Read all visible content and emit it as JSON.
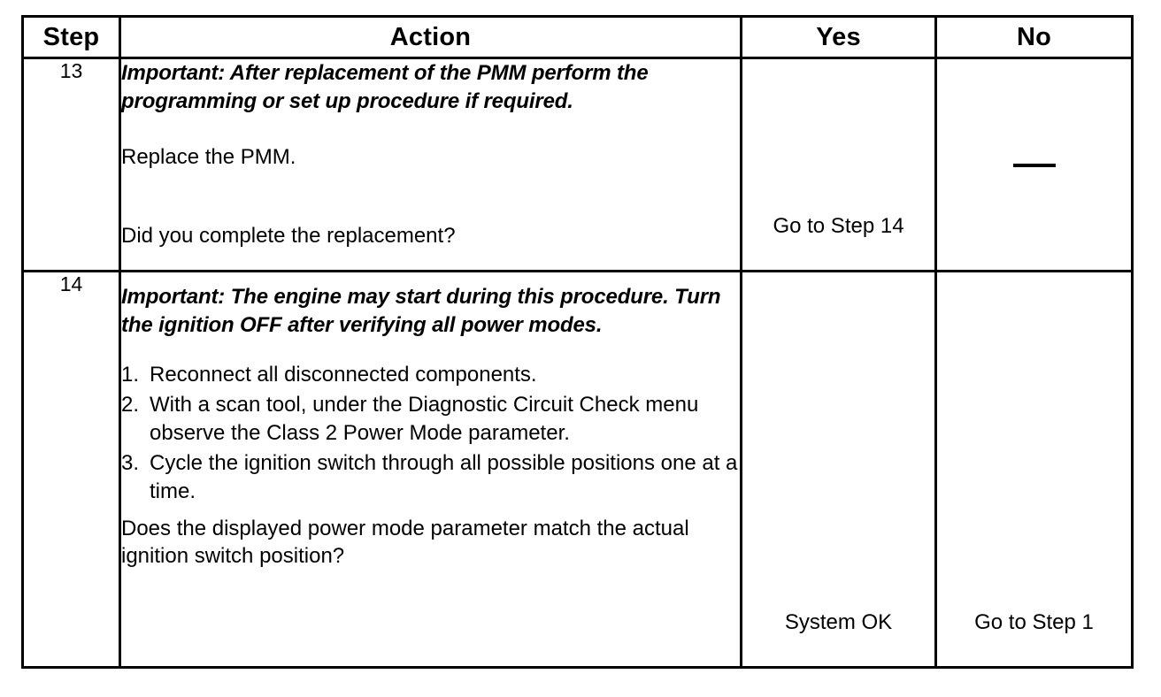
{
  "document": {
    "type": "diagnostic-procedure-table"
  },
  "table": {
    "headers": {
      "step": "Step",
      "action": "Action",
      "yes": "Yes",
      "no": "No"
    },
    "rows": [
      {
        "step": "13",
        "action": {
          "note": "Important: After replacement of the PMM perform the programming or set up procedure if required.",
          "instruction": "Replace the PMM.",
          "question": "Did you complete the replacement?"
        },
        "yes": "Go to Step 14",
        "no": "—",
        "no_is_dash": true
      },
      {
        "step": "14",
        "action": {
          "note": "Important: The engine may start during this procedure. Turn the ignition OFF after verifying all power modes.",
          "list": [
            {
              "num": "1.",
              "text": "Reconnect all disconnected components."
            },
            {
              "num": "2.",
              "text": "With a scan tool, under the Diagnostic Circuit Check menu observe the Class 2 Power Mode parameter."
            },
            {
              "num": "3.",
              "text": "Cycle the ignition switch through all possible positions one at a time."
            }
          ],
          "question": "Does the displayed power mode parameter match the actual ignition switch position?"
        },
        "yes": "System OK",
        "no": "Go to Step 1",
        "no_is_dash": false
      }
    ]
  },
  "colors": {
    "border": "#000000",
    "text": "#000000",
    "background": "#ffffff"
  }
}
